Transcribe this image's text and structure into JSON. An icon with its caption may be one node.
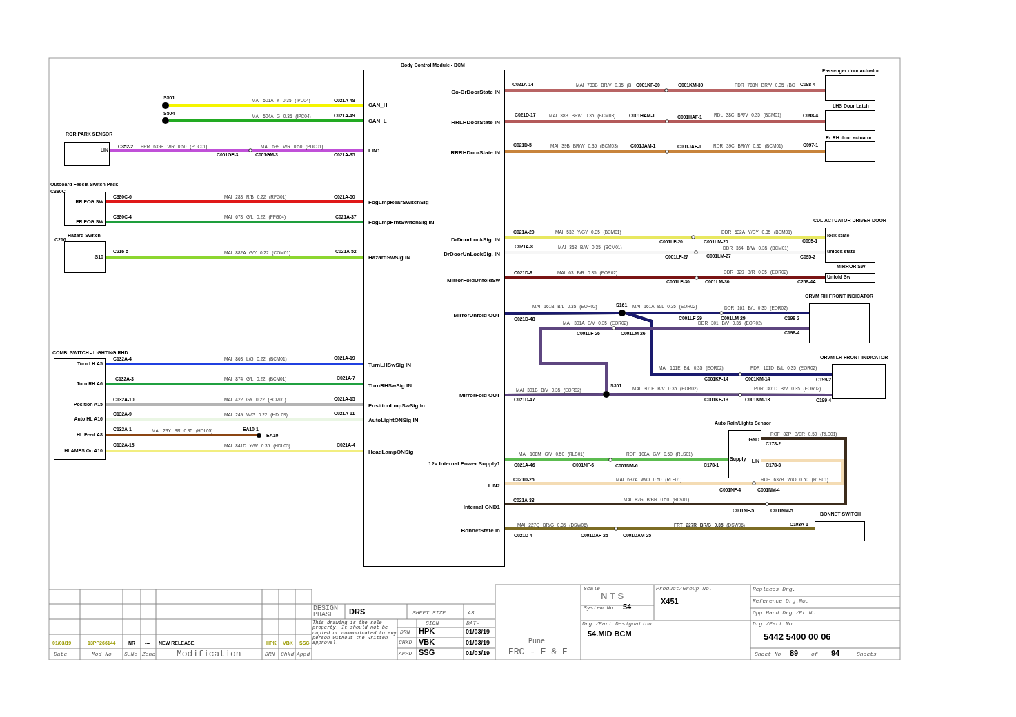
{
  "diagram": {
    "nodes": [
      {
        "text": [
          "Body Control Module - BCM"
        ]
      },
      {
        "text": [
          "CAN_H"
        ],
        "in": 0
      },
      {
        "text": [
          "CAN_L"
        ],
        "in": 0
      },
      {
        "text": [
          "LIN1"
        ],
        "in": 0
      },
      {
        "text": [
          "FogLmpRearSwitchSig"
        ],
        "in": 0
      },
      {
        "text": [
          "FogLmpFrntSwitchSig IN"
        ],
        "in": 0
      },
      {
        "text": [
          "HazardSwSig IN"
        ],
        "in": 0
      },
      {
        "text": [
          "TurnLHSwSig IN"
        ],
        "in": 0
      },
      {
        "text": [
          "TurnRHSwSig IN"
        ],
        "in": 0
      },
      {
        "text": [
          "PositionLmpSwSig In"
        ],
        "in": 0
      },
      {
        "text": [
          "AutoLightONSig IN"
        ],
        "in": 0
      },
      {
        "text": [
          "HeadLampONSig"
        ],
        "in": 0
      },
      {
        "text": [
          "Co-DrDoorState IN"
        ],
        "in": 0
      },
      {
        "text": [
          "RRLHDoorState IN"
        ],
        "in": 0
      },
      {
        "text": [
          "RRRHDoorState IN"
        ],
        "in": 0
      },
      {
        "text": [
          "DrDoorLockSig. IN"
        ],
        "in": 0
      },
      {
        "text": [
          "DrDoorUnLockSig. IN"
        ],
        "in": 0
      },
      {
        "text": [
          "MirrorFoldUnfoldSw"
        ],
        "in": 0
      },
      {
        "text": [
          "MirrorUnfold OUT"
        ],
        "in": 0
      },
      {
        "text": [
          "MirrorFold OUT"
        ],
        "in": 0
      },
      {
        "text": [
          "12v Internal Power Supply1"
        ],
        "in": 0
      },
      {
        "text": [
          "LIN2"
        ],
        "in": 0
      },
      {
        "text": [
          "Internal GND1"
        ],
        "in": 0
      },
      {
        "text": [
          "BonnetState In"
        ],
        "in": 0
      },
      {
        "text": [],
        "shape": "circle",
        "beside": [
          "S501"
        ]
      },
      {
        "text": [],
        "shape": "circle",
        "beside": [
          "S504"
        ]
      },
      {
        "text": [
          "ROR PARK SENSOR",
          "LIN"
        ]
      },
      {
        "text": [
          "Outboard Fascia Switch Pack",
          "C380C",
          "RR FOG SW",
          "FR FOG SW"
        ]
      },
      {
        "text": [
          "Hazard Switch",
          "C216",
          "S10"
        ]
      },
      {
        "text": [
          "COMBI SWITCH - LIGHTING RHD",
          "Turn LH A5",
          "Turn RH A6",
          "Position A15",
          "Auto HL A16",
          "HL Feed A8",
          "HLAMPS On A10"
        ]
      },
      {
        "text": [],
        "shape": "circle",
        "beside": [
          "EA10"
        ]
      },
      {
        "text": [
          "Passenger door actuator"
        ]
      },
      {
        "text": [
          "LHS Door Latch"
        ]
      },
      {
        "text": [
          "Rr RH door actuator"
        ]
      },
      {
        "text": [
          "CDL ACTUATOR DRIVER DOOR",
          "lock state",
          "unlock state"
        ]
      },
      {
        "text": [
          "MIRROR SW",
          "Unfold Sw"
        ]
      },
      {
        "text": [
          "ORVM RH FRONT INDICATOR"
        ]
      },
      {
        "text": [
          "ORVM LH FRONT INDICATOR"
        ]
      },
      {
        "text": [
          "Auto Rain/Lights Sensor",
          "GND",
          "Supply",
          "LIN"
        ]
      },
      {
        "text": [
          "BONNET SWITCH"
        ]
      },
      {
        "text": [],
        "shape": "circle",
        "beside": [
          "S161"
        ]
      },
      {
        "text": [],
        "shape": "circle",
        "beside": [
          "S301"
        ]
      }
    ],
    "edges": [
      {
        "from": 24,
        "to": 1,
        "arrow": "none",
        "color": "#f5f500"
      },
      {
        "from": 25,
        "to": 2,
        "arrow": "none",
        "color": "#22aa22"
      },
      {
        "from": 26,
        "to": 3,
        "arrow": "none",
        "color": "#c050d8"
      },
      {
        "from": 27,
        "to": 4,
        "arrow": "none",
        "color": "#e01818"
      },
      {
        "from": 27,
        "to": 5,
        "arrow": "none",
        "color": "#1e9e3c"
      },
      {
        "from": 28,
        "to": 6,
        "arrow": "none",
        "color": "#8cd630"
      },
      {
        "from": 29,
        "to": 7,
        "arrow": "none",
        "color": "#2040e0"
      },
      {
        "from": 29,
        "to": 8,
        "arrow": "none",
        "color": "#20a040"
      },
      {
        "from": 29,
        "to": 9,
        "arrow": "none",
        "color": "#b4b4b4"
      },
      {
        "from": 29,
        "to": 10,
        "arrow": "none",
        "color": "#eaf6e4"
      },
      {
        "from": 29,
        "to": 30,
        "arrow": "none",
        "color": "#8b4513"
      },
      {
        "from": 29,
        "to": 11,
        "arrow": "none",
        "color": "#f2ee80"
      },
      {
        "from": 12,
        "to": 31,
        "arrow": "none",
        "color": "#b86464"
      },
      {
        "from": 13,
        "to": 32,
        "arrow": "none",
        "color": "#b45a5a"
      },
      {
        "from": 14,
        "to": 33,
        "arrow": "none",
        "color": "#c8843c"
      },
      {
        "from": 15,
        "to": 34,
        "arrow": "none",
        "color": "#e8e860"
      },
      {
        "from": 16,
        "to": 34,
        "arrow": "none",
        "color": "#f6f6f6"
      },
      {
        "from": 17,
        "to": 35,
        "arrow": "none",
        "color": "#7a1414"
      },
      {
        "from": 18,
        "to": 40,
        "arrow": "none",
        "color": "#1a1a6e"
      },
      {
        "from": 40,
        "to": 36,
        "arrow": "none",
        "color": "#1a1a6e"
      },
      {
        "from": 40,
        "to": 37,
        "arrow": "none",
        "color": "#1a1a6e"
      },
      {
        "from": 19,
        "to": 41,
        "arrow": "none",
        "color": "#5e4680"
      },
      {
        "from": 41,
        "to": 36,
        "arrow": "none",
        "color": "#5e4680"
      },
      {
        "from": 41,
        "to": 37,
        "arrow": "none",
        "color": "#5e4680"
      },
      {
        "from": 20,
        "to": 38,
        "arrow": "none",
        "color": "#5cbc50"
      },
      {
        "from": 21,
        "to": 38,
        "arrow": "none",
        "color": "#f4dcb4"
      },
      {
        "from": 22,
        "to": 38,
        "arrow": "none",
        "color": "#3c2c1c"
      },
      {
        "from": 23,
        "to": 39,
        "arrow": "none",
        "color": "#7c6c24"
      }
    ],
    "labels": [
      "C021A-48",
      "MAI 501A Y 0.35 (IPC04)",
      "C021A-49",
      "MAI 504A G 0.35 (IPC04)",
      "C352-2",
      "BPR 639B V/R 0.50 (PDC01)",
      "C001GF-3",
      "MAI 639 V/R 0.50 (PDC01)",
      "C001GM-3",
      "C021A-35",
      "C380C-6",
      "MAI 283 R/B 0.22 (RFG01)",
      "C021A-50",
      "C380C-4",
      "MAI 678 G/L 0.22 (FFG04)",
      "C021A-37",
      "C216-5",
      "MAI 882A G/Y 0.22 (COM01)",
      "C021A-52",
      "C132A-4",
      "MAI 863 L/G 0.22 (BCM01)",
      "C021A-19",
      "C132A-3",
      "MAI 874 G/L 0.22 (BCM01)",
      "C021A-7",
      "C132A-10",
      "MAI 422 GY 0.22 (BCM01)",
      "C021A-15",
      "C132A-9",
      "MAI 249 W/G 0.22 (HDL09)",
      "C021A-11",
      "C132A-1",
      "MAI 23Y BR 0.35 (HDL05)",
      "EA10-1",
      "C132A-15",
      "MAI 841D Y/W 0.35 (HDL05)",
      "C021A-4",
      "C021A-14",
      "MAI 783B BR/V 0.35 (B",
      "C001KF-30",
      "C001KM-30",
      "PDR 783N BR/V 0.35 (BC",
      "C098-4",
      "C021D-17",
      "MAI 38B BR/V 0.35 (BCM03)",
      "C001HAM-1",
      "C001HAF-1",
      "RDL 38C BR/V 0.35 (BCM01)",
      "C098-4",
      "C021D-5",
      "MAI 39B BR/W 0.35 (BCM03)",
      "C001JAM-1",
      "C001JAF-1",
      "RDR 39C BR/W 0.35 (BCM01)",
      "C097-1",
      "C021A-20",
      "MAI 532 Y/GY 0.35 (BCM01)",
      "C001LF-20",
      "C001LM-20",
      "DDR 532A Y/GY 0.35 (BCM01)",
      "C095-1",
      "C021A-8",
      "MAI 353 B/W 0.35 (BCM01)",
      "C001LF-27",
      "C001LM-27",
      "DDR 354 B/W 0.35 (BCM01)",
      "C095-2",
      "C021D-8",
      "MAI 63 B/R 0.35 (EOR02)",
      "C001LF-30",
      "C001LM-30",
      "DDR 329 B/R 0.35 (EOR02)",
      "C258-4A",
      "MAI 161B B/L 0.35 (EOR02)",
      "C021D-48",
      "MAI 161A B/L 0.35 (EOR02)",
      "C001LF-29",
      "C001LM-29",
      "DDR 161 B/L 0.35 (EOR02)",
      "C198-2",
      "MAI 301A B/V 0.35 (EOR02)",
      "C001LF-26",
      "C001LM-26",
      "DDR 301 B/V 0.35 (EOR02)",
      "C198-4",
      "MAI 161E B/L 0.35 (EOR02)",
      "C001KF-14",
      "C001KM-14",
      "PDR 161D B/L 0.35 (EOR02)",
      "C199-2",
      "MAI 301B B/V 0.35 (EOR02)",
      "C021D-47",
      "MAI 301E B/V 0.35 (EOR02)",
      "C001KF-13",
      "C001KM-13",
      "PDR 301D B/V 0.35 (EOR02)",
      "C199-4",
      "ROF 82P B/BR 0.50 (RLS01)",
      "C178-2",
      "C178-3",
      "MAI 108M G/V 0.50 (RLS01)",
      "C021A-46",
      "C001NF-6",
      "C001NM-6",
      "ROF 108A G/V 0.50 (RLS01)",
      "C178-1",
      "C021D-25",
      "MAI 637A W/O 0.50 (RLS01)",
      "C001NF-4",
      "C001NM-4",
      "ROF 637B W/O 0.50 (RLS01)",
      "C021A-33",
      "MAI 82G B/BR 0.50 (RLS01)",
      "C001NF-5",
      "C001NM-5",
      "MAI 227Q BR/G 0.35 (DSW06)",
      "C021D-4",
      "C001DAF-25",
      "C001DAM-25",
      "**FRT 227R BR/G 0.35** (DSW06)",
      "C103A-1",
      "01/03/19",
      "13PP266144",
      "NR",
      "---",
      "NEW RELEASE",
      "HPK",
      "VBK",
      "SSG",
      "Date",
      "Mod No",
      "S.No",
      "Zone",
      "Modification",
      "DRN",
      "Chkd",
      "Appd",
      "DESIGN PHASE",
      "DRS",
      "SHEET SIZE",
      "A3",
      "This drawing is the sole property. It should not be copied or communicated to any person without the written approval.",
      "SIGN",
      "DAT-",
      "DRN",
      "HPK",
      "01/03/19",
      "CHKD",
      "VBK",
      "01/03/19",
      "APPD",
      "SSG",
      "01/03/19",
      "Pune",
      "ERC - E & E",
      "Scale",
      "N T S",
      "System No:",
      "54",
      "Product/Group No.",
      "X451",
      "Replaces Drg.",
      "Reference Drg.No.",
      "Opp.Hand Drg./Pt.No.",
      "Drg./Part Designation",
      "54.MID BCM",
      "Drg./Part No.",
      "5442 5400 00 06",
      "Sheet No",
      "89",
      "of",
      "94",
      "Sheets"
    ]
  }
}
